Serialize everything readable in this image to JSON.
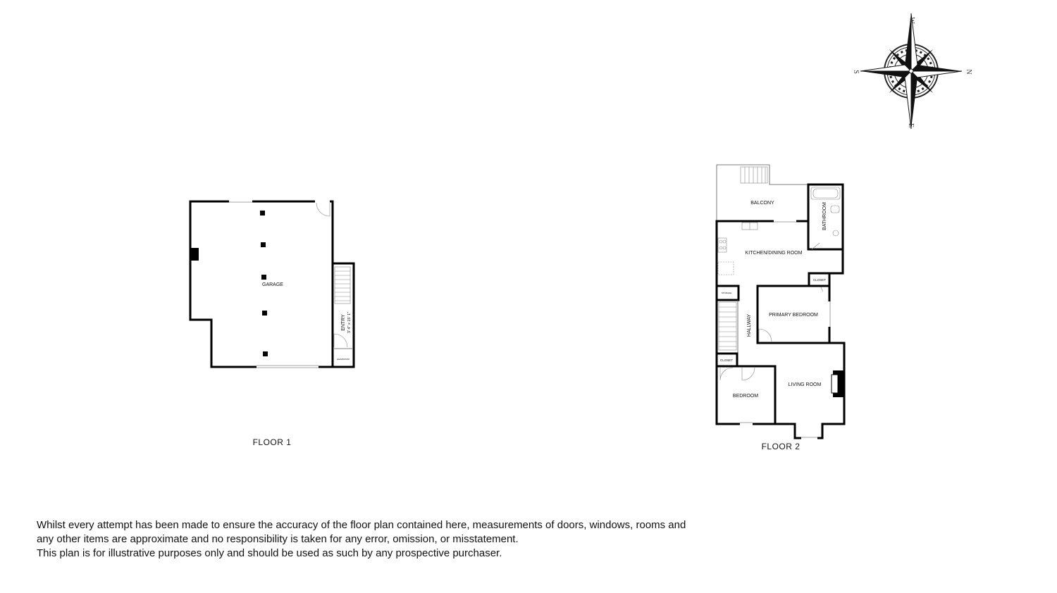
{
  "floors": [
    {
      "label": "FLOOR 1",
      "rooms": [
        {
          "label": "GARAGE"
        },
        {
          "label": "ENTRY",
          "dimensions": "3' 4\" x 15' 1\""
        },
        {
          "label": "HEADROOM"
        }
      ]
    },
    {
      "label": "FLOOR 2",
      "rooms": [
        {
          "label": "BALCONY"
        },
        {
          "label": "BATHROOM"
        },
        {
          "label": "KITCHEN/DINING ROOM"
        },
        {
          "label": "CLOSET"
        },
        {
          "label": "STORAGE"
        },
        {
          "label": "PRIMARY BEDROOM"
        },
        {
          "label": "HALLWAY"
        },
        {
          "label": "CLOSET"
        },
        {
          "label": "BEDROOM"
        },
        {
          "label": "LIVING ROOM"
        }
      ]
    }
  ],
  "compass": {
    "north": "N",
    "south": "S",
    "east": "E",
    "west": "W"
  },
  "disclaimer": [
    "Whilst every attempt has been made to ensure the accuracy of the floor plan contained here, measurements of doors, windows, rooms and",
    "any other items are approximate and no responsibility is taken for any error, omission, or misstatement.",
    "This plan is for illustrative purposes only and should be used as such by any prospective purchaser."
  ]
}
